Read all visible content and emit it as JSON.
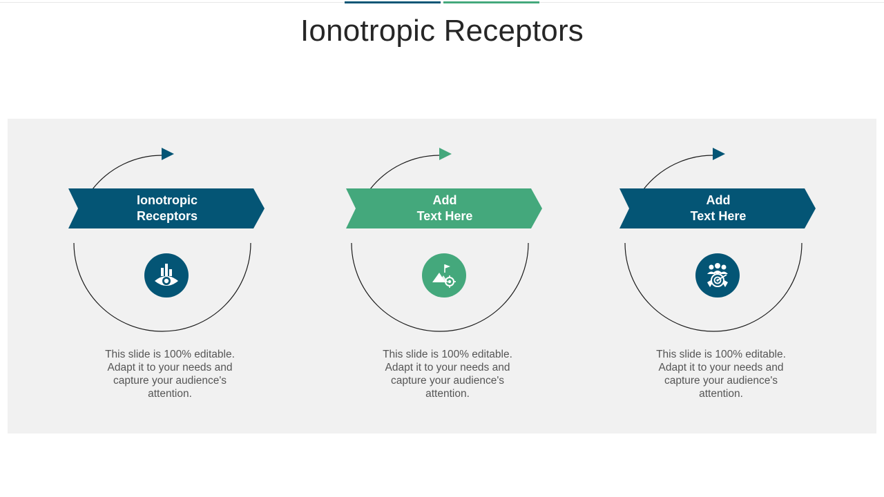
{
  "title": "Ionotropic Receptors",
  "colors": {
    "teal": "#045575",
    "green": "#44a87c",
    "panel": "#f1f1f1",
    "ring": "#1a1a1a"
  },
  "items": [
    {
      "label": "Ionotropic\nReceptors",
      "color": "teal",
      "icon": "eye-buildings-icon",
      "text": "This slide is 100% editable. Adapt it to your needs and capture your audience's attention."
    },
    {
      "label": "Add\nText Here",
      "color": "green",
      "icon": "mountain-flag-target-icon",
      "text": "This slide is 100% editable. Adapt it to your needs and capture your audience's attention."
    },
    {
      "label": "Add\nText Here",
      "color": "teal",
      "icon": "team-target-icon",
      "text": "This slide is 100% editable. Adapt it to your needs and capture your audience's attention."
    }
  ]
}
